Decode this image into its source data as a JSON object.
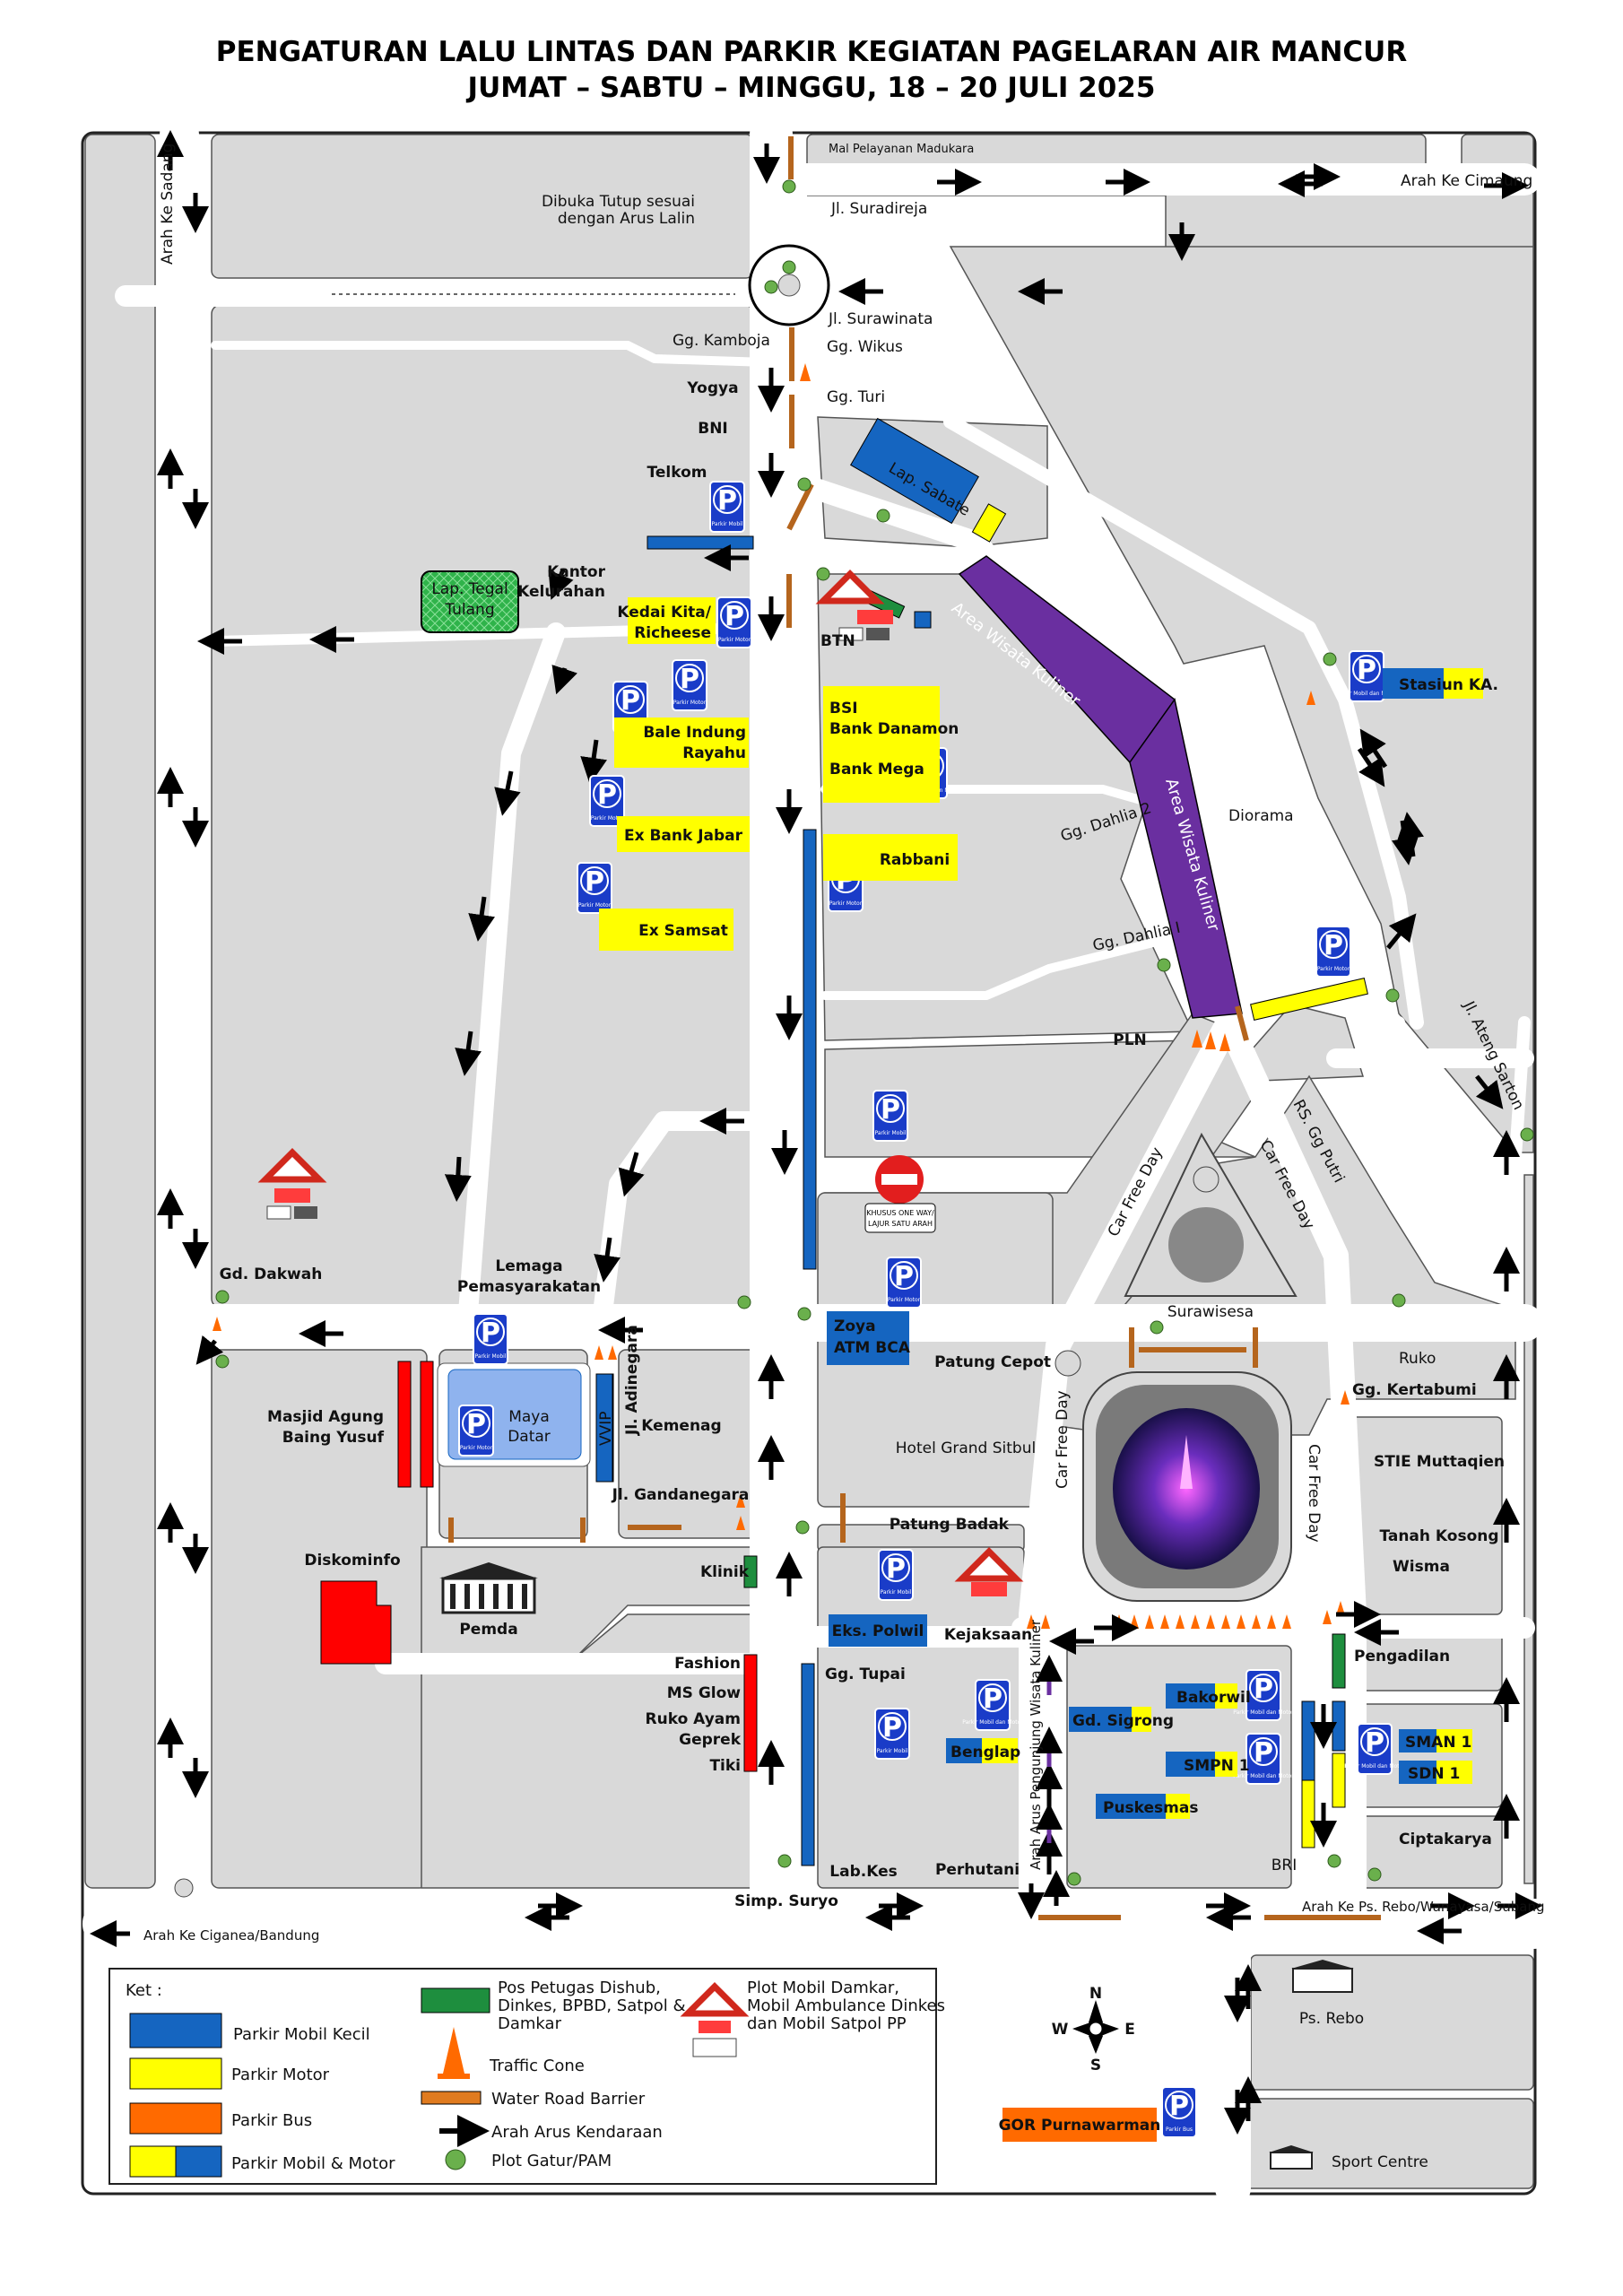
{
  "title": {
    "line1": "PENGATURAN LALU LINTAS DAN PARKIR KEGIATAN PAGELARAN AIR MANCUR",
    "line2": "JUMAT – SABTU – MINGGU, 18 – 20 JULI 2025"
  },
  "colors": {
    "road": "#ffffff",
    "block": "#d9d9d9",
    "parkir_mobil": "#1565c0",
    "parkir_motor": "#ffff00",
    "parkir_bus": "#ff6a00",
    "pos": "#1e8e3e",
    "wisata": "#6a2fa0",
    "mosque": "#ff0000",
    "barrier": "#b5651d",
    "sign_blue": "#1a3cc8"
  },
  "labels": {
    "mal_pelayanan": "Mal Pelayanan Madukara",
    "arah_cimaung": "Arah Ke Cimaung",
    "arah_sadang": "Arah Ke Sadang",
    "dibuka_tutup": "Dibuka Tutup sesuai",
    "dibuka_tutup2": "dengan Arus Lalin",
    "jl_suradireja": "Jl. Suradireja",
    "jl_surawinata": "Jl. Surawinata",
    "gg_kamboja": "Gg. Kamboja",
    "gg_wikus": "Gg. Wikus",
    "gg_turi": "Gg. Turi",
    "yogya": "Yogya",
    "bni": "BNI",
    "telkom": "Telkom",
    "lap_sabate": "Lap. Sabate",
    "kantor": "Kantor",
    "kelurahan": "Kelurahan",
    "lap_tegal": "Lap. Tegal",
    "tulang": "Tulang",
    "kedai1": "Kedai Kita/",
    "kedai2": "Richeese",
    "btn": "BTN",
    "area_wisata": "Area Wisata Kuliner",
    "stasiun": "Stasiun KA.",
    "bale1": "Bale Indung",
    "bale2": "Rayahu",
    "bsi1": "BSI",
    "bsi2": "Bank Danamon",
    "bank_mega": "Bank Mega",
    "gg_dahlia2": "Gg. Dahlia 2",
    "diorama": "Diorama",
    "ex_bank_jabar": "Ex Bank Jabar",
    "rabbani": "Rabbani",
    "ex_samsat": "Ex Samsat",
    "gg_dahlia1": "Gg. Dahlia I",
    "jl_ateng": "Jl. Ateng Sarton",
    "pln": "PLN",
    "rs_gg_putri": "RS. Gg Putri",
    "car_free_day": "Car Free Day",
    "khusus1": "KHUSUS ONE WAY/",
    "khusus2": "LAJUR SATU ARAH",
    "gd_dakwah": "Gd. Dakwah",
    "lemaga1": "Lemaga",
    "lemaga2": "Pemasyarakatan",
    "surawisesa": "Surawisesa",
    "zoya1": "Zoya",
    "zoya2": "ATM BCA",
    "patung_cepot": "Patung Cepot",
    "ruko": "Ruko",
    "gg_kertabumi": "Gg. Kertabumi",
    "masjid1": "Masjid Agung",
    "masjid2": "Baing Yusuf",
    "maya1": "Maya",
    "maya2": "Datar",
    "vvip": "VVIP",
    "jl_adinegara": "Jl. Adinegara",
    "kemenag": "Kemenag",
    "hotel": "Hotel Grand Sitbul",
    "stie": "STIE Muttaqien",
    "jl_gandanegara": "Jl. Gandanegara",
    "patung_badak": "Patung Badak",
    "tanah1": "Tanah Kosong",
    "tanah2": "Wisma",
    "diskominfo": "Diskominfo",
    "klinik": "Klinik",
    "pemda": "Pemda",
    "eks_polwil": "Eks. Polwil",
    "kejaksaan": "Kejaksaan",
    "pengadilan": "Pengadilan",
    "fashion": "Fashion",
    "ms_glow": "MS Glow",
    "ruko_ayam1": "Ruko Ayam",
    "ruko_ayam2": "Geprek",
    "tiki": "Tiki",
    "gg_tupai": "Gg. Tupai",
    "bakorwil": "Bakorwil",
    "gd_sigrong": "Gd. Sigrong",
    "benglap": "Benglap",
    "sman1": "SMAN 1",
    "smpn1": "SMPN 1",
    "sdn1": "SDN 1",
    "puskesmas": "Puskesmas",
    "ciptakarya": "Ciptakarya",
    "arah_pengunjung": "Arah Arus Pengunjung Wisata Kuliner",
    "lab_kes": "Lab.Kes",
    "perhutani": "Perhutani",
    "bri": "BRI",
    "simp_suryo": "Simp. Suryo",
    "arah_ps_rebo": "Arah Ke Ps. Rebo/Wanayasa/Subang",
    "arah_ciganea": "Arah Ke Ciganea/Bandung",
    "ps_rebo": "Ps. Rebo",
    "gor": "GOR Purnawarman",
    "sport_centre": "Sport Centre",
    "parkir": "P",
    "parkir_mobil_sub": "Parkir Mobil",
    "parkir_motor_sub": "Parkir Motor",
    "parkir_mm_sub": "Parkir Mobil dan Motor",
    "parkir_bus_sub": "Parkir Bus",
    "compass_n": "N",
    "compass_s": "S",
    "compass_e": "E",
    "compass_w": "W"
  },
  "legend": {
    "title": "Ket :",
    "items": [
      "Parkir Mobil Kecil",
      "Parkir Motor",
      "Parkir Bus",
      "Parkir Mobil & Motor",
      "Pos Petugas Dishub,",
      "Dinkes, BPBD, Satpol &",
      "Damkar",
      "Traffic Cone",
      "Water Road Barrier",
      "Arah Arus Kendaraan",
      "Plot Gatur/PAM",
      "Plot Mobil Damkar,",
      "Mobil Ambulance Dinkes",
      "dan Mobil Satpol PP"
    ]
  }
}
